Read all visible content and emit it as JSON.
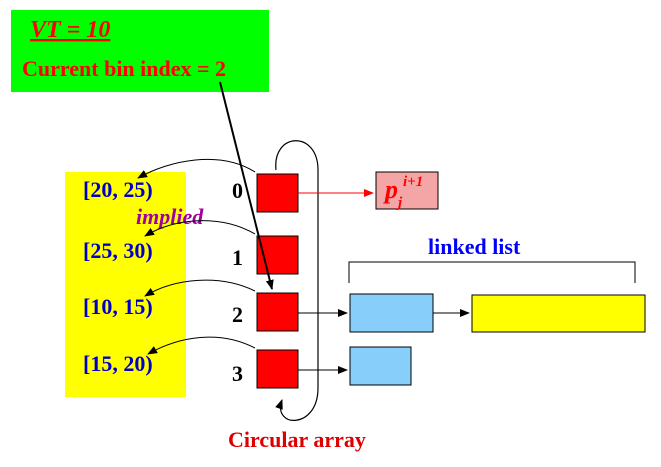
{
  "header_box": {
    "vt_label": "VT = 10",
    "bin_label": "Current bin index = 2",
    "fill": "#00ff00"
  },
  "ranges": [
    "[20, 25)",
    "[25, 30)",
    "[10, 15)",
    "[15, 20)"
  ],
  "indices": [
    "0",
    "1",
    "2",
    "3"
  ],
  "implied_label": "implied",
  "linked_list_label": "linked list",
  "circular_array_label": "Circular array",
  "pj": {
    "base": "p",
    "sub": "j",
    "sup": "i+1"
  },
  "colors": {
    "range_panel": "#ffff00",
    "range_text": "#0000cc",
    "index_text": "#000000",
    "array_cell": "#ff0000",
    "node_fill": "#87cefa",
    "long_node_fill": "#ffff00",
    "pj_fill": "#f4a6a6",
    "pj_text": "#ff0000",
    "implied_text": "#a000a0",
    "linked_list_text": "#0000ff",
    "circular_text": "#dd0000",
    "header_text": "#ff0000"
  }
}
